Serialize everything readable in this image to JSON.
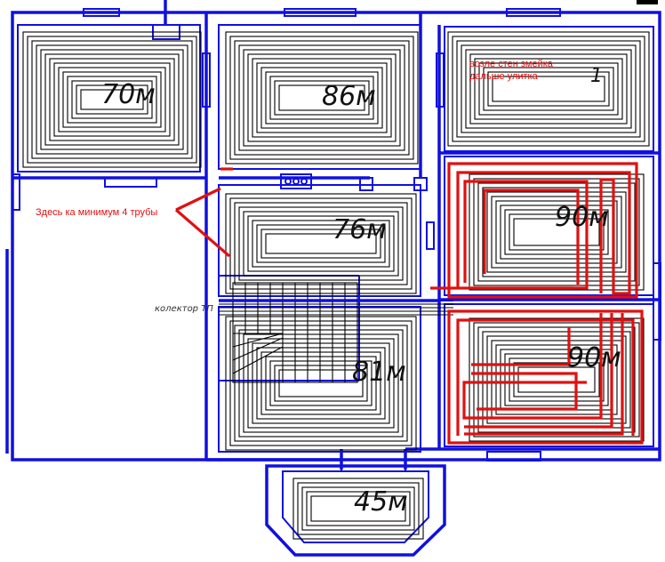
{
  "rooms": {
    "r1": {
      "length_label": "70м"
    },
    "r2": {
      "length_label": "86м"
    },
    "r3": {
      "length_label": "76м"
    },
    "r4": {
      "length_label": "81м"
    },
    "r5": {
      "length_label": "45м"
    },
    "r6": {
      "length_label": "1"
    },
    "r7": {
      "length_label": "90м"
    },
    "r8": {
      "length_label": "90м"
    }
  },
  "notes": {
    "top_right": [
      "возле стен змейка",
      "дальше улитка"
    ],
    "min_pipes": "Здесь ка минимум 4 трубы",
    "collector": "колектор ТП"
  },
  "colors": {
    "wall": "#1010e0",
    "markup": "#e01010",
    "pipe": "#000000"
  }
}
